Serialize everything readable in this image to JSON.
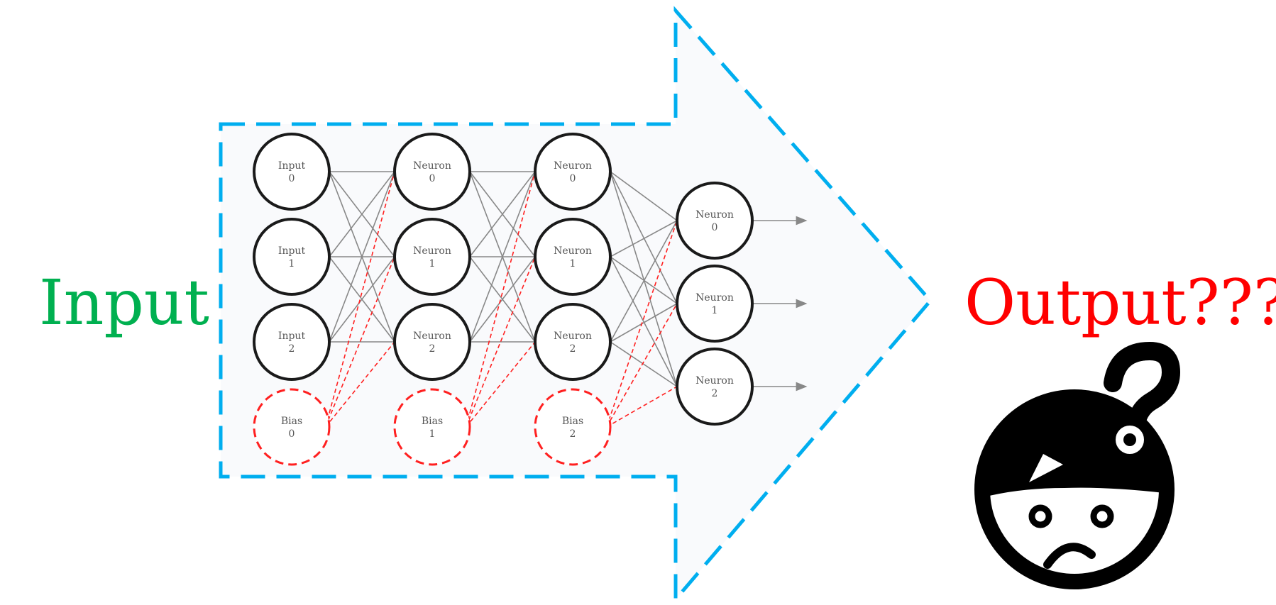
{
  "labels": {
    "input": "Input",
    "output": "Output???"
  },
  "colors": {
    "input_text": "#00b050",
    "output_text": "#ff0000",
    "arrow_outline": "#00aeef",
    "arrow_fill": "#f9fafc",
    "node_stroke": "#1a1a1a",
    "bias_stroke": "#ff2020",
    "edge": "#888888",
    "bias_edge": "#ff2020",
    "node_text": "#555555"
  },
  "network": {
    "layers": [
      {
        "name": "input-layer",
        "nodes": [
          {
            "line1": "Input",
            "line2": "0"
          },
          {
            "line1": "Input",
            "line2": "1"
          },
          {
            "line1": "Input",
            "line2": "2"
          }
        ],
        "bias": {
          "line1": "Bias",
          "line2": "0"
        }
      },
      {
        "name": "hidden-layer-1",
        "nodes": [
          {
            "line1": "Neuron",
            "line2": "0"
          },
          {
            "line1": "Neuron",
            "line2": "1"
          },
          {
            "line1": "Neuron",
            "line2": "2"
          }
        ],
        "bias": {
          "line1": "Bias",
          "line2": "1"
        }
      },
      {
        "name": "hidden-layer-2",
        "nodes": [
          {
            "line1": "Neuron",
            "line2": "0"
          },
          {
            "line1": "Neuron",
            "line2": "1"
          },
          {
            "line1": "Neuron",
            "line2": "2"
          }
        ],
        "bias": {
          "line1": "Bias",
          "line2": "2"
        }
      },
      {
        "name": "output-layer",
        "nodes": [
          {
            "line1": "Neuron",
            "line2": "0"
          },
          {
            "line1": "Neuron",
            "line2": "1"
          },
          {
            "line1": "Neuron",
            "line2": "2"
          }
        ]
      }
    ]
  },
  "icons": {
    "confused": "confused-face-icon"
  }
}
